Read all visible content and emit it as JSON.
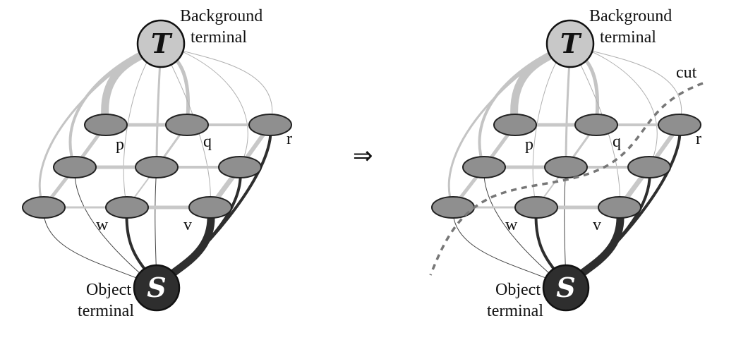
{
  "figures": [
    {
      "id": "before",
      "background_terminal": {
        "symbol": "T",
        "label_line1": "Background",
        "label_line2": "terminal"
      },
      "object_terminal": {
        "symbol": "S",
        "label_line1": "Object",
        "label_line2": "terminal"
      },
      "node_labels": {
        "p": "p",
        "q": "q",
        "r": "r",
        "w": "w",
        "v": "v"
      },
      "cut_label": ""
    },
    {
      "id": "after",
      "background_terminal": {
        "symbol": "T",
        "label_line1": "Background",
        "label_line2": "terminal"
      },
      "object_terminal": {
        "symbol": "S",
        "label_line1": "Object",
        "label_line2": "terminal"
      },
      "node_labels": {
        "p": "p",
        "q": "q",
        "r": "r",
        "w": "w",
        "v": "v"
      },
      "cut_label": "cut"
    }
  ],
  "arrow": "⇒",
  "colors": {
    "t_links": "#c4c4c4",
    "s_links": "#2e2e2e",
    "n_links": "#c8c8c8",
    "node_fill": "#8f8f8f",
    "t_fill": "#c8c8c8",
    "s_fill": "#2e2e2e",
    "cut": "#777777"
  }
}
